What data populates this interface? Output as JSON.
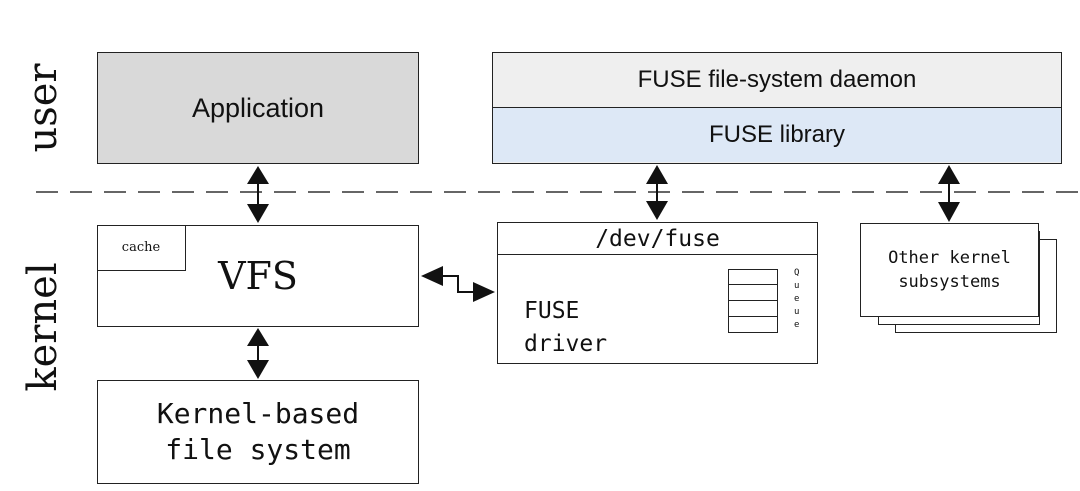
{
  "regions": {
    "user": "user",
    "kernel": "kernel"
  },
  "boxes": {
    "application": "Application",
    "fuse_daemon": "FUSE file-system daemon",
    "fuse_library": "FUSE library",
    "vfs": "VFS",
    "vfs_cache": "cache",
    "dev_fuse": "/dev/fuse",
    "fuse_driver_line1": "FUSE",
    "fuse_driver_line2": "driver",
    "queue": "Queue",
    "other_kernel_line1": "Other kernel",
    "other_kernel_line2": "subsystems",
    "kernel_fs_line1": "Kernel-based",
    "kernel_fs_line2": "file system"
  },
  "colors": {
    "application_fill": "#d9d9d9",
    "daemon_fill": "#efefef",
    "library_fill": "#dde8f6",
    "line": "#222222"
  }
}
